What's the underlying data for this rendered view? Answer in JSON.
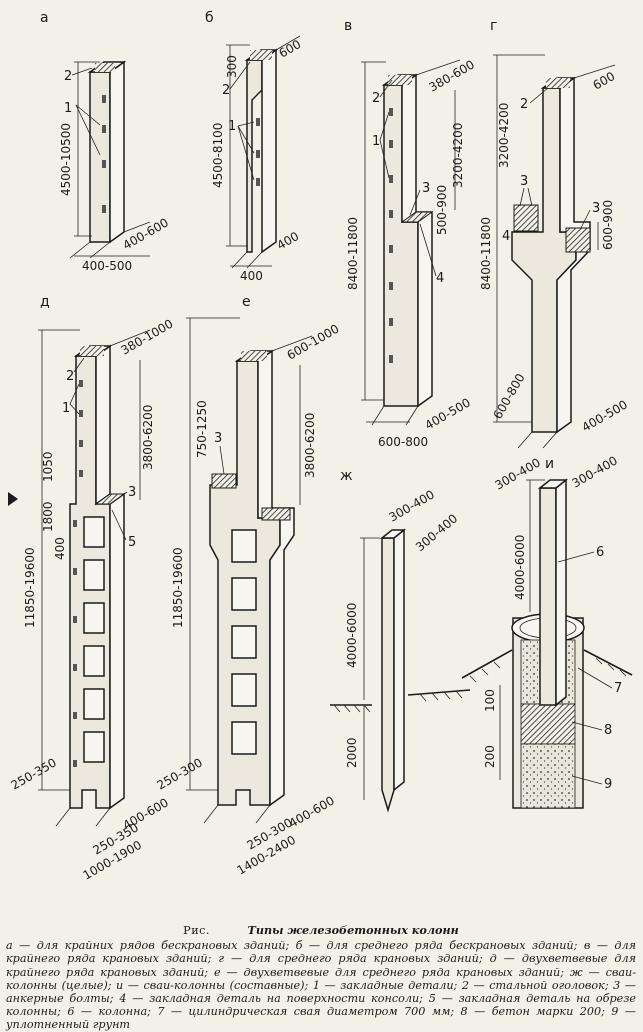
{
  "figure_labels": {
    "a": "а",
    "b": "б",
    "v": "в",
    "g": "г",
    "d": "д",
    "e": "е",
    "zh": "ж",
    "i": "и"
  },
  "dims": {
    "a_height": "4500-10500",
    "a_w1": "400-600",
    "a_w2": "400-500",
    "b_top": "600",
    "b_300": "300",
    "b_height": "4500-8100",
    "b_w1": "400",
    "b_w2": "400",
    "v_top": "380-600",
    "v_upper": "3200-4200",
    "v_cons": "500-900",
    "v_height": "8400-11800",
    "v_w1": "400-500",
    "v_w2": "600-800",
    "g_top": "600",
    "g_upper": "3200-4200",
    "g_height": "8400-11800",
    "g_cons": "600-900",
    "g_w1": "600-800",
    "g_w2": "400-500",
    "d_top": "380-1000",
    "d_upper": "3800-6200",
    "d_1050": "1050",
    "d_1800": "1800",
    "d_400": "400",
    "d_height": "11850-19600",
    "d_w1": "250-350",
    "d_w2": "400-600",
    "d_w3": "250-350",
    "d_w4": "1000-1900",
    "e_top": "600-1000",
    "e_750": "750-1250",
    "e_upper": "3800-6200",
    "e_height": "11850-19600",
    "e_w1": "250-300",
    "e_w2": "400-600",
    "e_w3": "250-300",
    "e_w4": "1400-2400",
    "zh_w1": "300-400",
    "zh_w2": "300-400",
    "zh_len": "4000-6000",
    "zh_2000": "2000",
    "i_w1": "300-400",
    "i_w2": "300-400",
    "i_len": "4000-6000",
    "i_100": "100",
    "i_200": "200"
  },
  "callouts": {
    "n1": "1",
    "n2": "2",
    "n3": "3",
    "n4": "4",
    "n5": "5",
    "n6": "6",
    "n7": "7",
    "n8": "8",
    "n9": "9"
  },
  "caption": {
    "label": "Рис.",
    "title": "Типы железобетонных колонн",
    "body": "а — для крайних рядов бескрановых зданий; б — для среднего ряда бескрановых зданий; в — для крайнего ряда крановых зданий; г — для среднего ряда крановых зданий; д — двухветвевые для крайнего ряда крановых зданий; е — двухветвевые для среднего ряда крановых зданий; ж — сваи-колонны (целые); и — сваи-колонны (составные); 1 — закладные детали; 2 — стальной оголовок; 3 — анкерные болты; 4 — закладная деталь на поверхности консоли; 5 — закладная деталь на обрезе колонны; 6 — колонна; 7 — цилиндрическая свая диаметром 700 мм; 8 — бетон марки 200; 9 — уплотненный грунт"
  }
}
